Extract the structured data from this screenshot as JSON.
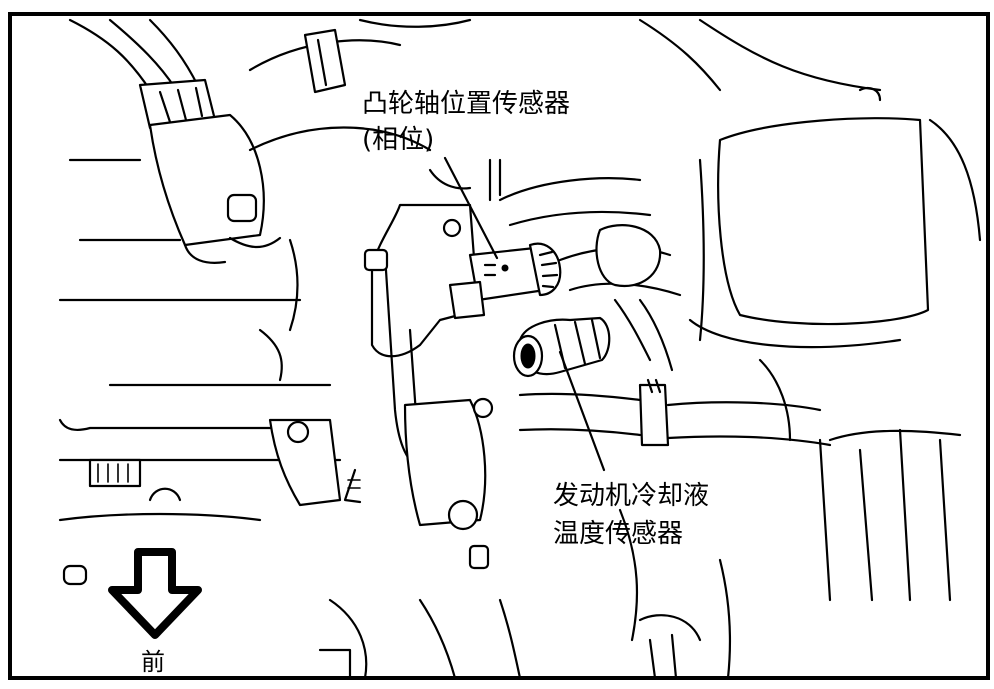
{
  "labels": {
    "camshaft_sensor_line1": "凸轮轴位置传感器",
    "camshaft_sensor_line2": "(相位)",
    "coolant_sensor_line1": "发动机冷却液",
    "coolant_sensor_line2": "温度传感器",
    "front": "前"
  }
}
